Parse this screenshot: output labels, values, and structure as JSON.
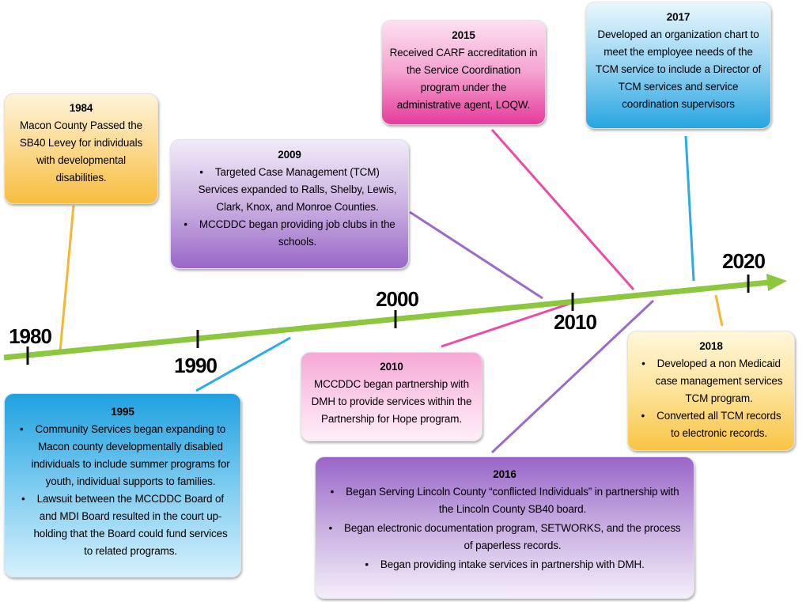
{
  "axis": {
    "labels": [
      "1980",
      "1990",
      "2000",
      "2010",
      "2020"
    ]
  },
  "events": {
    "e1984": {
      "year": "1984",
      "lines": [
        "Macon County Passed the",
        "SB40 Levey for individuals",
        "with developmental",
        "disabilities."
      ]
    },
    "e2009": {
      "year": "2009",
      "bullets": [
        [
          "Targeted Case Management (TCM)",
          "Services expanded to Ralls, Shelby, Lewis,",
          "Clark, Knox, and Monroe Counties."
        ],
        [
          "MCCDDC began providing job clubs in the",
          "schools."
        ]
      ]
    },
    "e2015": {
      "year": "2015",
      "lines": [
        "Received CARF accreditation in",
        "the Service Coordination",
        "program under the",
        "administrative agent, LOQW."
      ]
    },
    "e2017": {
      "year": "2017",
      "lines": [
        "Developed an organization chart to",
        "meet the employee needs of the",
        "TCM service to include a Director of",
        "TCM services and service",
        "coordination supervisors"
      ]
    },
    "e2018": {
      "year": "2018",
      "bullets": [
        [
          "Developed a non Medicaid",
          "case management services",
          "TCM program."
        ],
        [
          "Converted all TCM records",
          "to electronic records."
        ]
      ]
    },
    "e2010": {
      "year": "2010",
      "lines": [
        "MCCDDC began partnership with",
        "DMH to provide services within the",
        "Partnership for Hope program."
      ]
    },
    "e1995": {
      "year": "1995",
      "bullets": [
        [
          "Community Services began expanding to",
          "Macon county developmentally disabled",
          "individuals to include summer programs for",
          "youth, individual supports to families."
        ],
        [
          "Lawsuit between the MCCDDC Board of",
          "and MDI Board resulted in the court up-",
          "holding that the Board could fund services",
          "to related programs."
        ]
      ]
    },
    "e2016": {
      "year": "2016",
      "bullets": [
        [
          "Began Serving Lincoln County “conflicted Individuals” in partnership with",
          "the Lincoln County SB40 board."
        ],
        [
          "Began electronic documentation program, SETWORKS, and the process",
          "of paperless records."
        ],
        [
          "Began providing intake services in partnership with DMH."
        ]
      ]
    }
  },
  "colors": {
    "timeline": "#8dc63f",
    "tick": "#111111",
    "orange": "#f5b731",
    "purple": "#9b6bc8",
    "pink": "#ec4aa7",
    "blue": "#2aace4"
  }
}
